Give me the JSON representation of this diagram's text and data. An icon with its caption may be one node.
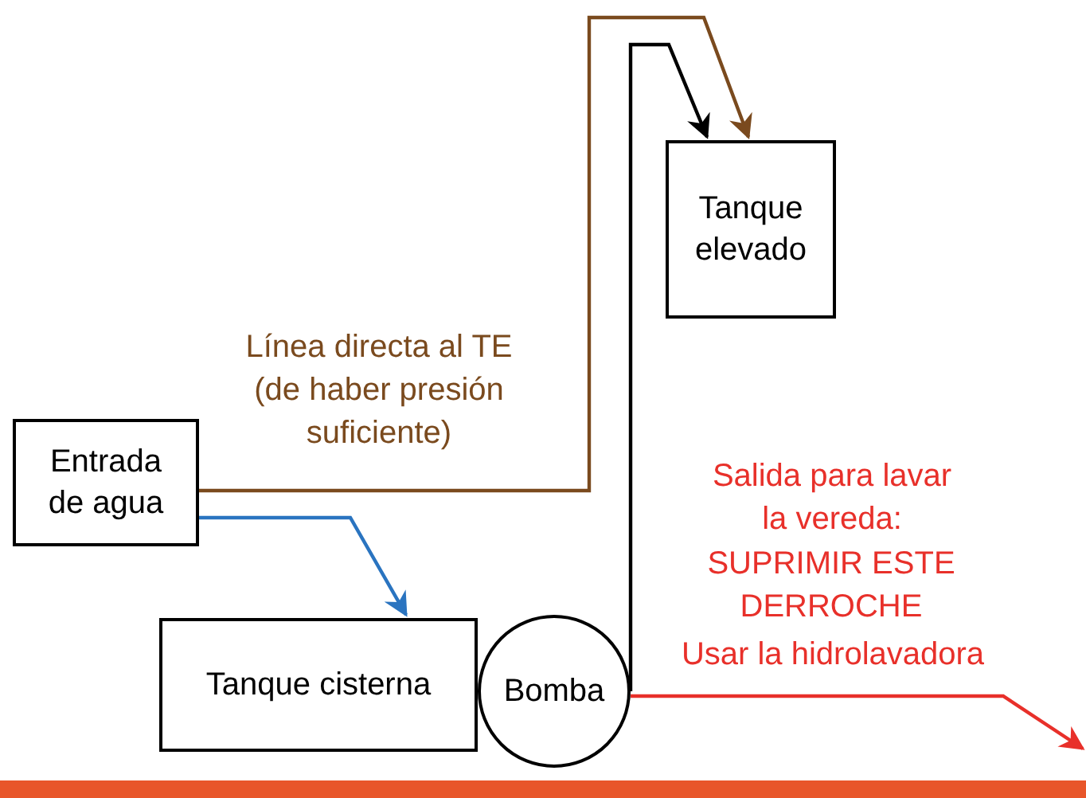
{
  "diagram": {
    "nodes": [
      {
        "text": [
          "Entrada de agua"
        ]
      },
      {
        "text": [
          "Tanque elevado"
        ]
      },
      {
        "text": [
          "Tanque cisterna"
        ]
      },
      {
        "text": [
          "Bomba"
        ]
      }
    ],
    "edges": [
      {
        "from": 0,
        "to": 1,
        "arrow": "to",
        "color": "#7a4a1e",
        "label": "Línea directa al TE (de haber presión suficiente)"
      },
      {
        "from": 3,
        "to": 1,
        "arrow": "to",
        "color": "#000000"
      },
      {
        "from": 0,
        "to": 2,
        "arrow": "to",
        "color": "#2a74c0"
      },
      {
        "from": 3,
        "to": null,
        "arrow": "to",
        "color": "#e8302a"
      }
    ],
    "labels": [
      "Salida para lavar la vereda:",
      "SUPRIMIR ESTE DERROCHE",
      "Usar la hidrolavadora"
    ]
  }
}
